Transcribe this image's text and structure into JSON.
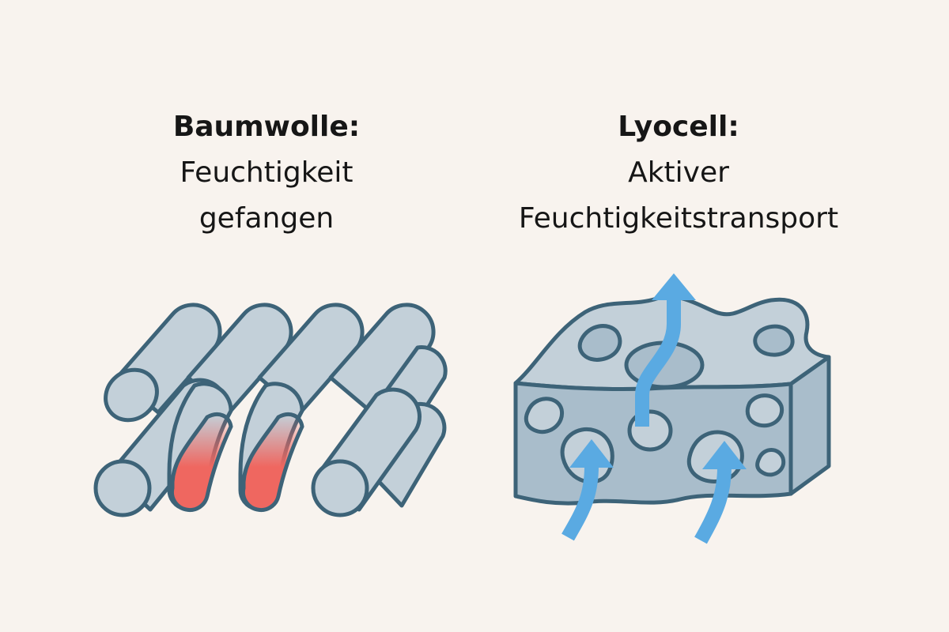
{
  "left_panel": {
    "title": "Baumwolle:",
    "line1": "Feuchtigkeit",
    "line2": "gefangen"
  },
  "right_panel": {
    "title": "Lyocell:",
    "line1": "Aktiver",
    "line2": "Feuchtigkeitstransport"
  },
  "colors": {
    "background": "#f8f3ee",
    "fiber_fill": "#c3d0d9",
    "fiber_stroke": "#3d6378",
    "moisture": "#ef6760",
    "flow_arrow": "#5aaae2"
  }
}
